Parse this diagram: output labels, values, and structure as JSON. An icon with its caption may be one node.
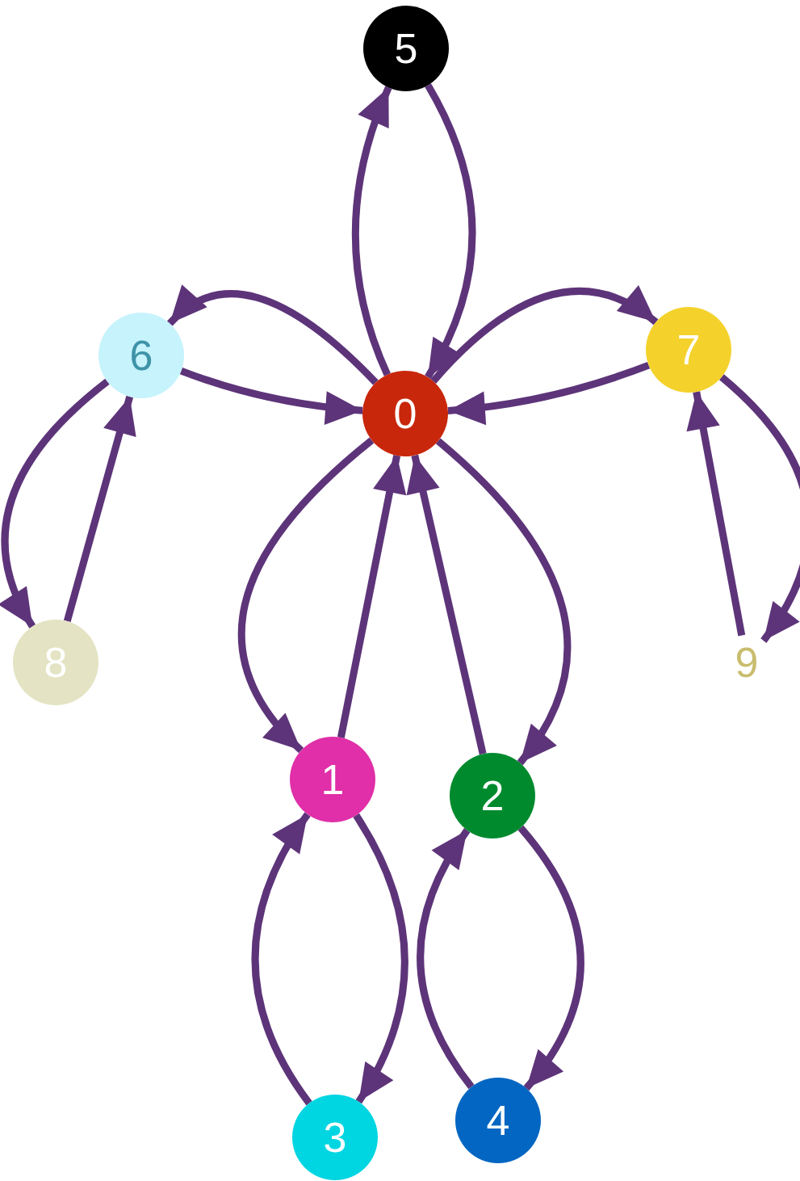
{
  "diagram": {
    "nodes": [
      {
        "text": [
          "0"
        ]
      },
      {
        "text": [
          "1"
        ]
      },
      {
        "text": [
          "2"
        ]
      },
      {
        "text": [
          "3"
        ]
      },
      {
        "text": [
          "4"
        ]
      },
      {
        "text": [
          "5"
        ]
      },
      {
        "text": [
          "6"
        ]
      },
      {
        "text": [
          "7"
        ]
      },
      {
        "text": [
          "8"
        ]
      },
      {
        "text": [
          "9"
        ]
      }
    ],
    "edges": [
      {
        "from": 0,
        "to": 5,
        "arrow": "to"
      },
      {
        "from": 5,
        "to": 0,
        "arrow": "to"
      },
      {
        "from": 0,
        "to": 6,
        "arrow": "to"
      },
      {
        "from": 6,
        "to": 0,
        "arrow": "to"
      },
      {
        "from": 0,
        "to": 7,
        "arrow": "to"
      },
      {
        "from": 7,
        "to": 0,
        "arrow": "to"
      },
      {
        "from": 0,
        "to": 1,
        "arrow": "to"
      },
      {
        "from": 1,
        "to": 0,
        "arrow": "to"
      },
      {
        "from": 2,
        "to": 0,
        "arrow": "to"
      },
      {
        "from": 0,
        "to": 2,
        "arrow": "to"
      },
      {
        "from": 6,
        "to": 8,
        "arrow": "to"
      },
      {
        "from": 8,
        "to": 6,
        "arrow": "to"
      },
      {
        "from": 9,
        "to": 7,
        "arrow": "to"
      },
      {
        "from": 7,
        "to": 9,
        "arrow": "to"
      },
      {
        "from": 3,
        "to": 1,
        "arrow": "to"
      },
      {
        "from": 1,
        "to": 3,
        "arrow": "to"
      },
      {
        "from": 4,
        "to": 2,
        "arrow": "to"
      },
      {
        "from": 2,
        "to": 4,
        "arrow": "to"
      }
    ]
  }
}
